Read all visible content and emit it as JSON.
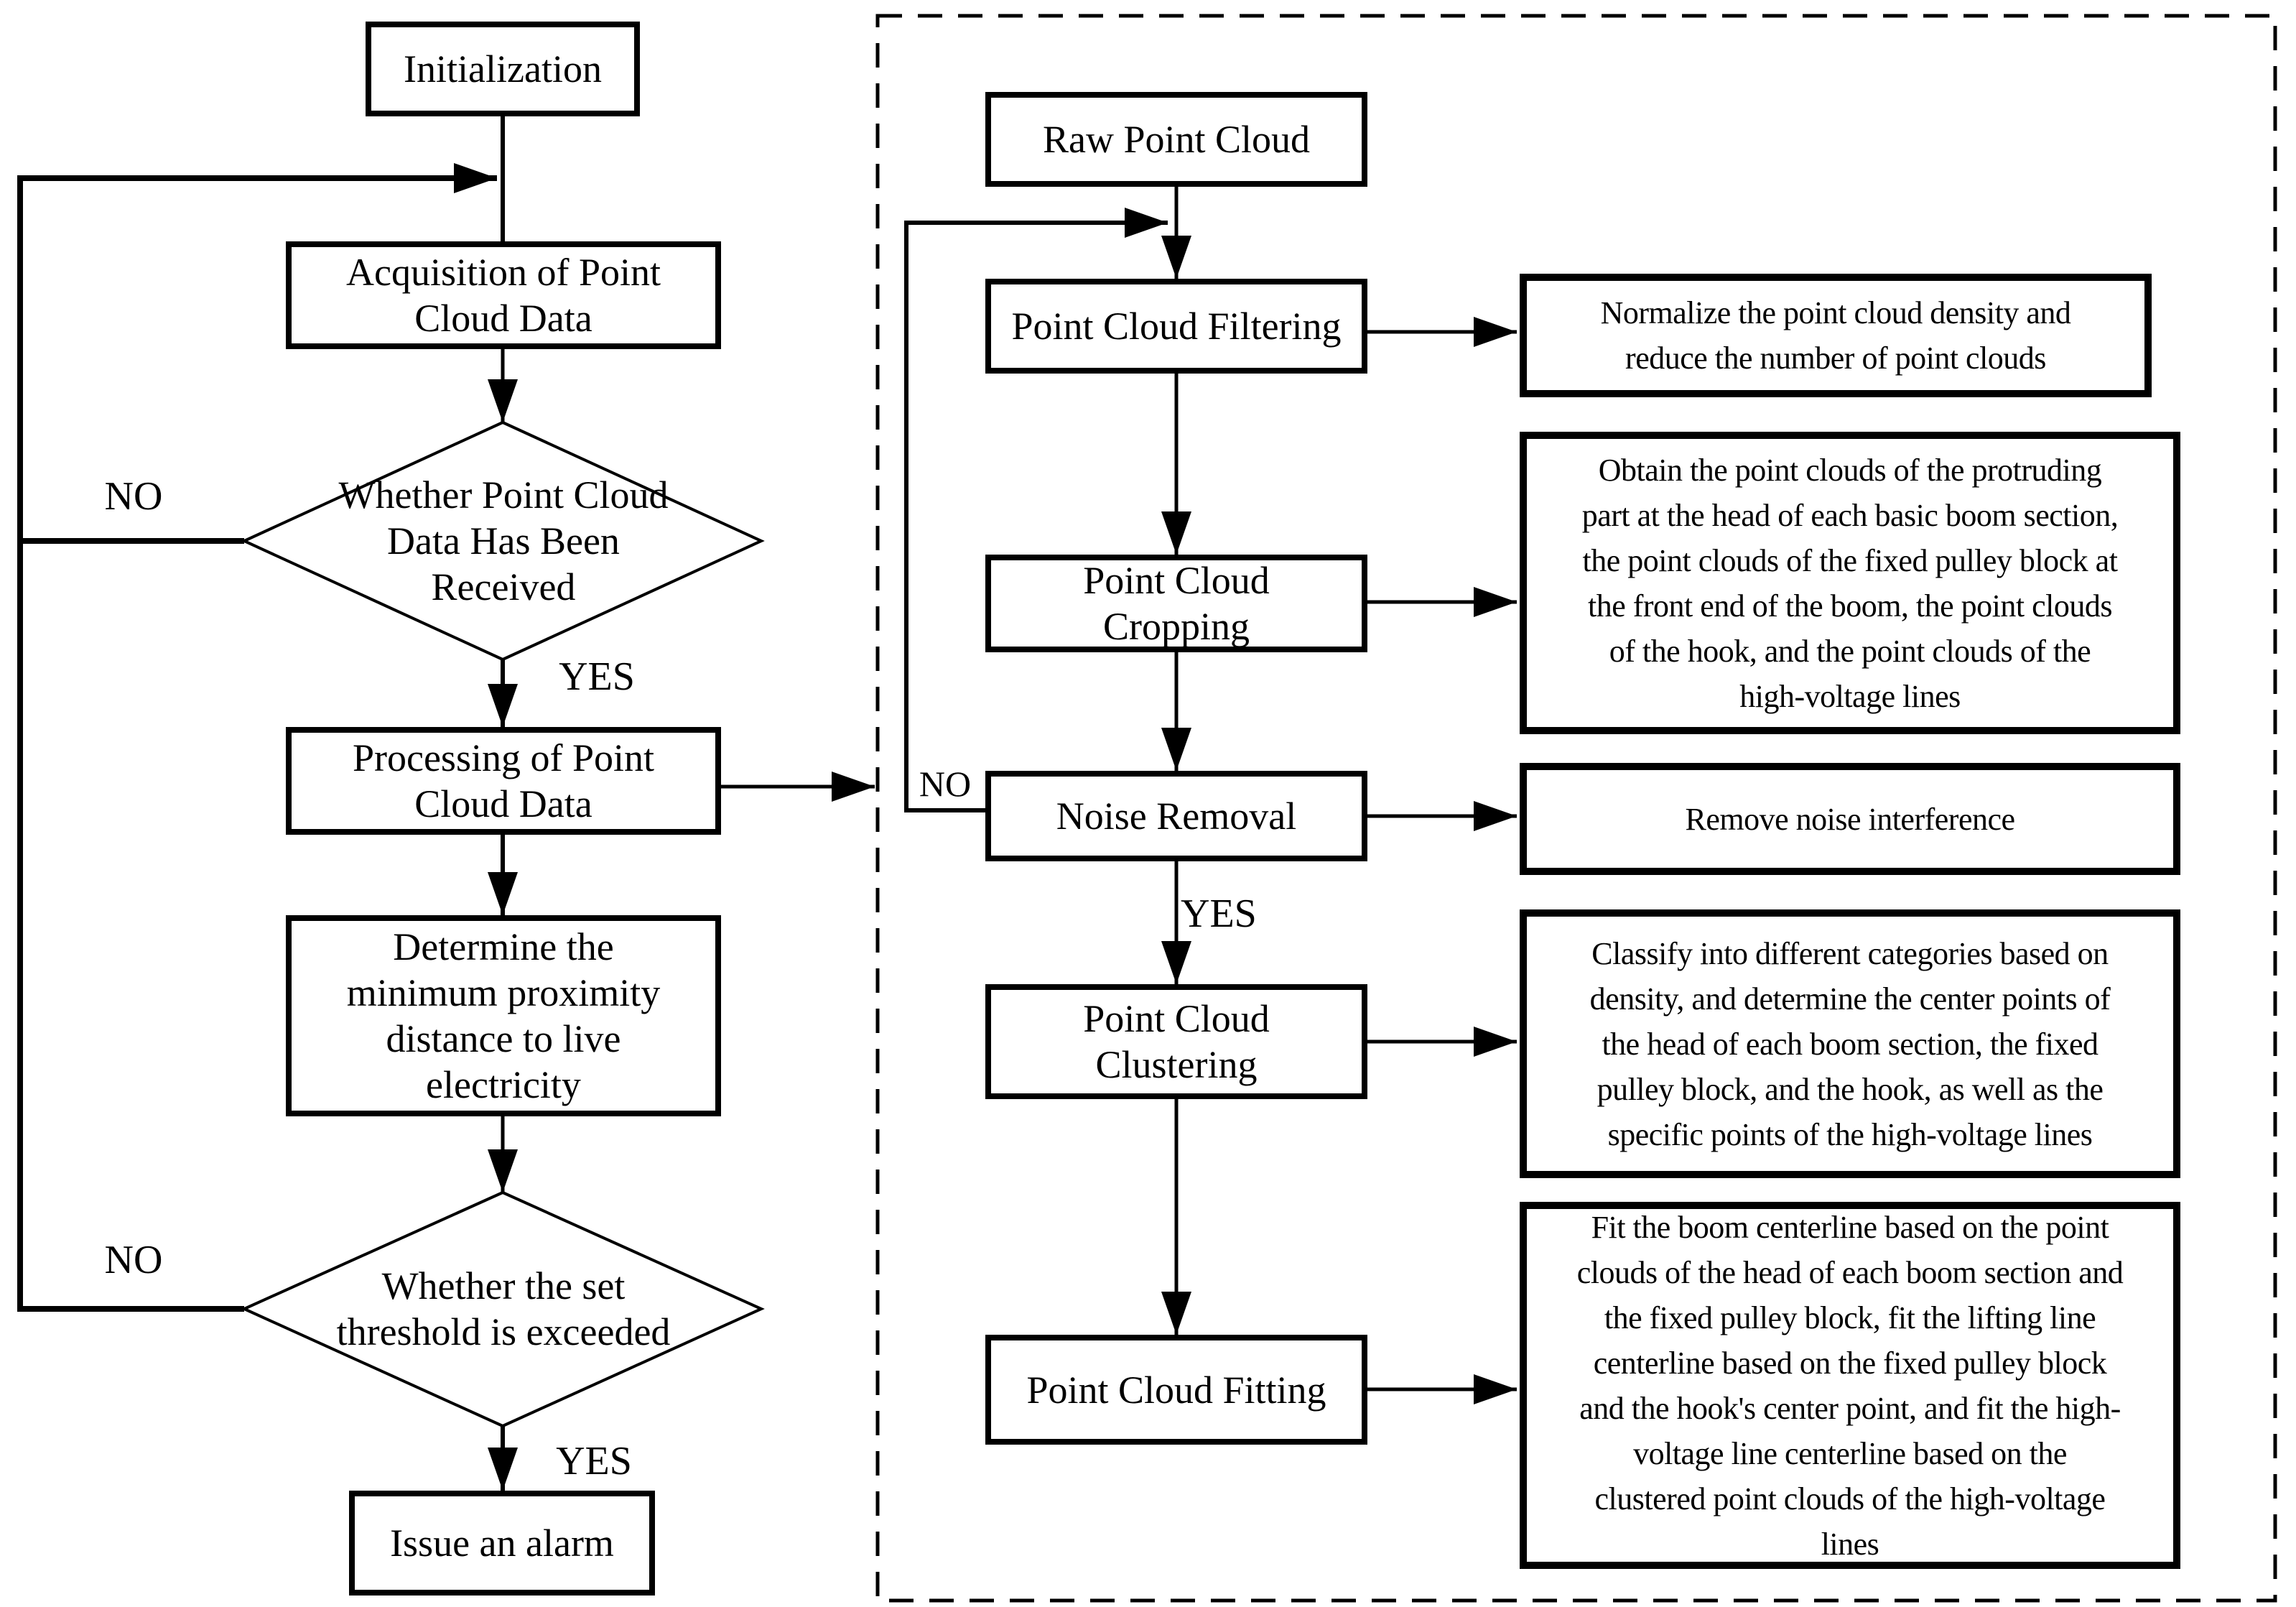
{
  "figure": {
    "kind": "flowchart",
    "colors": {
      "line": "#000000",
      "background": "#ffffff",
      "text": "#000000"
    }
  },
  "left_panel": {
    "init": "Initialization",
    "acquisition": "Acquisition of Point\nCloud Data",
    "decision_received": "Whether Point Cloud\nData Has Been\nReceived",
    "no_1": "NO",
    "yes_1": "YES",
    "processing": "Processing of Point\nCloud Data",
    "determine": "Determine the\nminimum proximity\ndistance to live\nelectricity",
    "decision_threshold": "Whether the set\nthreshold is exceeded",
    "no_2": "NO",
    "yes_2": "YES",
    "alarm": "Issue an alarm"
  },
  "right_panel": {
    "raw": "Raw Point Cloud",
    "filtering": "Point Cloud Filtering",
    "cropping": "Point Cloud\nCropping",
    "noise_removal": "Noise Removal",
    "no": "NO",
    "yes": "YES",
    "clustering": "Point Cloud\nClustering",
    "fitting": "Point Cloud Fitting",
    "filtering_note": "Normalize the point cloud density and\nreduce the number of point clouds",
    "cropping_note": "Obtain the point clouds of the protruding\npart at the head of each basic boom section,\nthe point clouds of the fixed pulley block at\nthe front end of the boom, the point clouds\nof the hook, and the point clouds of the\nhigh-voltage lines",
    "noise_note": "Remove noise interference",
    "clustering_note": "Classify into different categories based on\ndensity, and determine the center points of\nthe head of each boom section, the fixed\npulley block, and the hook, as well as the\nspecific points of the high-voltage lines",
    "fitting_note": "Fit the boom centerline based on the point\nclouds of the head of each boom section and\nthe fixed pulley block, fit the lifting line\ncenterline based on the fixed pulley block\nand the hook's center point, and fit the high-\nvoltage line centerline based on the\nclustered point clouds of the high-voltage\nlines"
  }
}
